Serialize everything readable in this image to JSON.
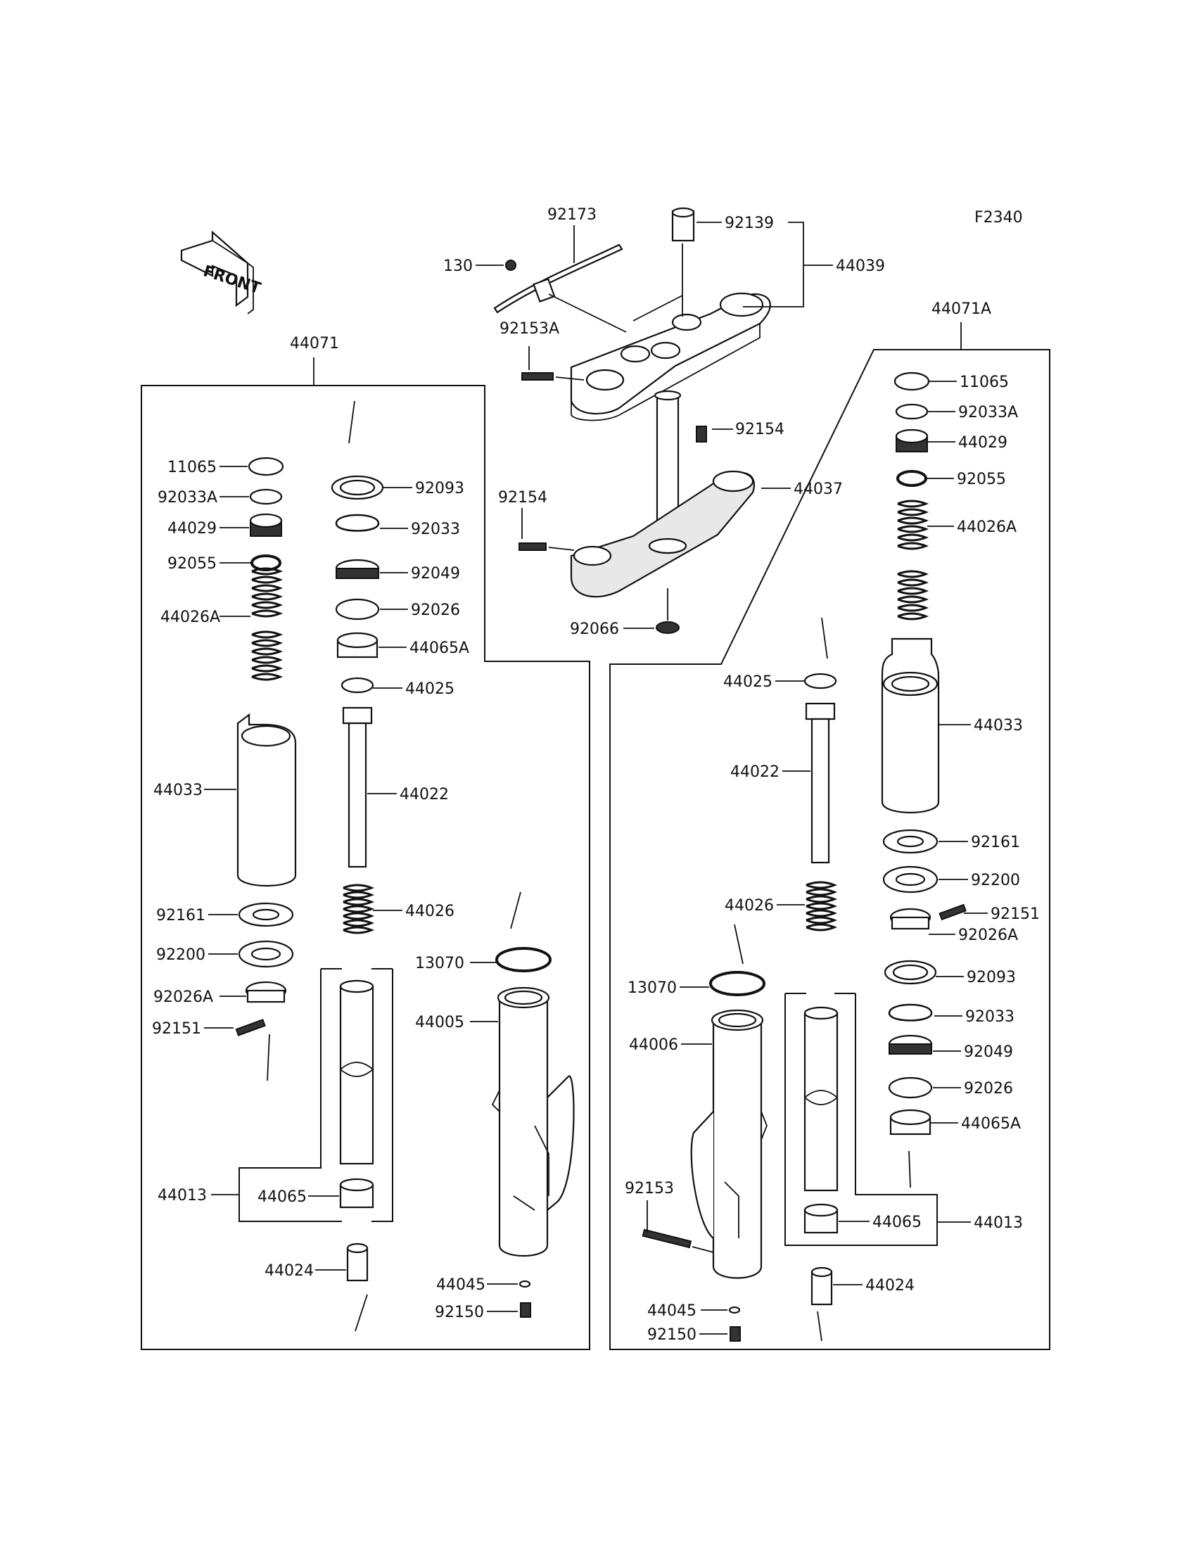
{
  "diagram": {
    "figure_code": "F2340",
    "front_label": "FRONT",
    "assemblies": {
      "left": "44071",
      "right": "44071A"
    },
    "top": {
      "p92173": "92173",
      "p130": "130",
      "p92153A": "92153A",
      "p92139": "92139",
      "p44039": "44039",
      "p92154a": "92154",
      "p92154b": "92154",
      "p44037": "44037",
      "p92066": "92066"
    },
    "left": {
      "p11065": "11065",
      "p92033A": "92033A",
      "p44029": "44029",
      "p92055": "92055",
      "p44026A": "44026A",
      "p44033": "44033",
      "p92161": "92161",
      "p92200": "92200",
      "p92026A": "92026A",
      "p92151": "92151",
      "p44013": "44013",
      "p44065": "44065",
      "p44024": "44024",
      "p92093": "92093",
      "p92033": "92033",
      "p92049": "92049",
      "p92026": "92026",
      "p44065A": "44065A",
      "p44025": "44025",
      "p44022": "44022",
      "p44026": "44026",
      "p13070": "13070",
      "p44005": "44005",
      "p44045": "44045",
      "p92150": "92150"
    },
    "right": {
      "p11065": "11065",
      "p92033A": "92033A",
      "p44029": "44029",
      "p92055": "92055",
      "p44026A": "44026A",
      "p44033": "44033",
      "p92161": "92161",
      "p92200": "92200",
      "p92151": "92151",
      "p92026A": "92026A",
      "p92093": "92093",
      "p92033": "92033",
      "p92049": "92049",
      "p92026": "92026",
      "p44065A": "44065A",
      "p44013": "44013",
      "p44065": "44065",
      "p44024": "44024",
      "p44025": "44025",
      "p44022": "44022",
      "p44026": "44026",
      "p13070": "13070",
      "p44006": "44006",
      "p92153": "92153",
      "p44045": "44045",
      "p92150": "92150"
    }
  }
}
